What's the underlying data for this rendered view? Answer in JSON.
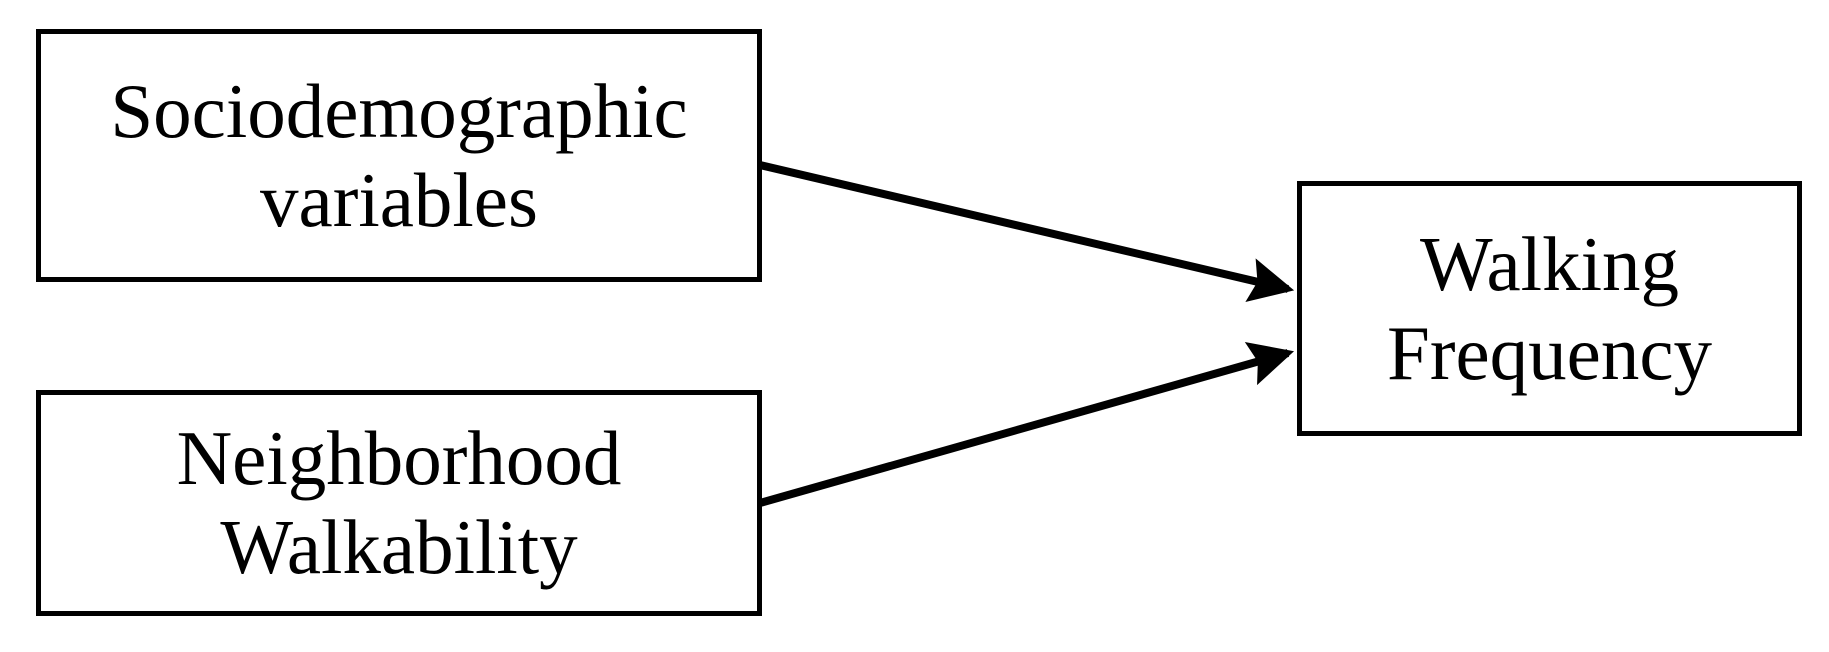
{
  "page": {
    "background_color": "#ffffff",
    "ink_color": "#000000"
  },
  "diagram": {
    "type": "path-model",
    "box_fill": "#ffffff",
    "box_border_color": "#000000",
    "arrow_color": "#000000",
    "nodes": [
      {
        "id": "sociodemographic-variables",
        "lines": [
          "Sociodemographic",
          "variables"
        ]
      },
      {
        "id": "neighborhood-walkability",
        "lines": [
          "Neighborhood",
          "Walkability"
        ]
      },
      {
        "id": "walking-frequency",
        "lines": [
          "Walking",
          "Frequency"
        ]
      }
    ],
    "edges": [
      {
        "from": "sociodemographic-variables",
        "to": "walking-frequency",
        "style": "solid-arrow"
      },
      {
        "from": "neighborhood-walkability",
        "to": "walking-frequency",
        "style": "solid-arrow"
      }
    ]
  }
}
